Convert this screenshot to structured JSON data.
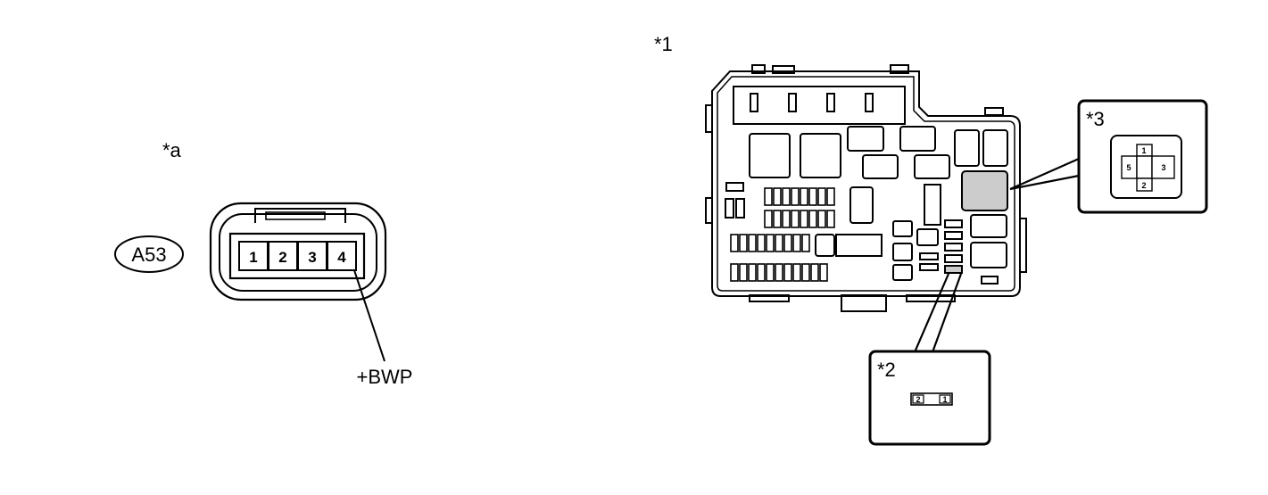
{
  "connector_a": {
    "ref": "*a",
    "code": "A53",
    "pins": [
      "1",
      "2",
      "3",
      "4"
    ],
    "wire_label": "+BWP"
  },
  "relay_block": {
    "ref": "*1"
  },
  "callout_2": {
    "ref": "*2",
    "pins": [
      "2",
      "1"
    ]
  },
  "callout_3": {
    "ref": "*3",
    "pins": [
      "1",
      "5",
      "3",
      "2"
    ]
  },
  "colors": {
    "line": "#000000",
    "highlight": "#cccccc"
  }
}
